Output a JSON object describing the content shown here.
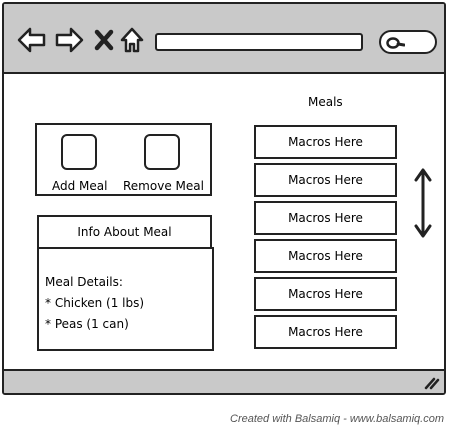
{
  "header": {
    "nav_icons": [
      "back-arrow-icon",
      "forward-arrow-icon",
      "close-icon",
      "home-icon"
    ],
    "url_value": "",
    "search_icon": "search-icon"
  },
  "actions": {
    "add_label": "Add Meal",
    "remove_label": "Remove Meal"
  },
  "info": {
    "title": "Info About Meal",
    "details_heading": "Meal Details:",
    "items": [
      "* Chicken (1 lbs)",
      "* Peas (1 can)"
    ]
  },
  "meals": {
    "title": "Meals",
    "buttons": [
      "Macros Here",
      "Macros Here",
      "Macros Here",
      "Macros Here",
      "Macros Here",
      "Macros Here"
    ],
    "scroll_icon": "vertical-double-arrow-icon"
  },
  "footer": {
    "credit": "Created with Balsamiq - www.balsamiq.com"
  }
}
